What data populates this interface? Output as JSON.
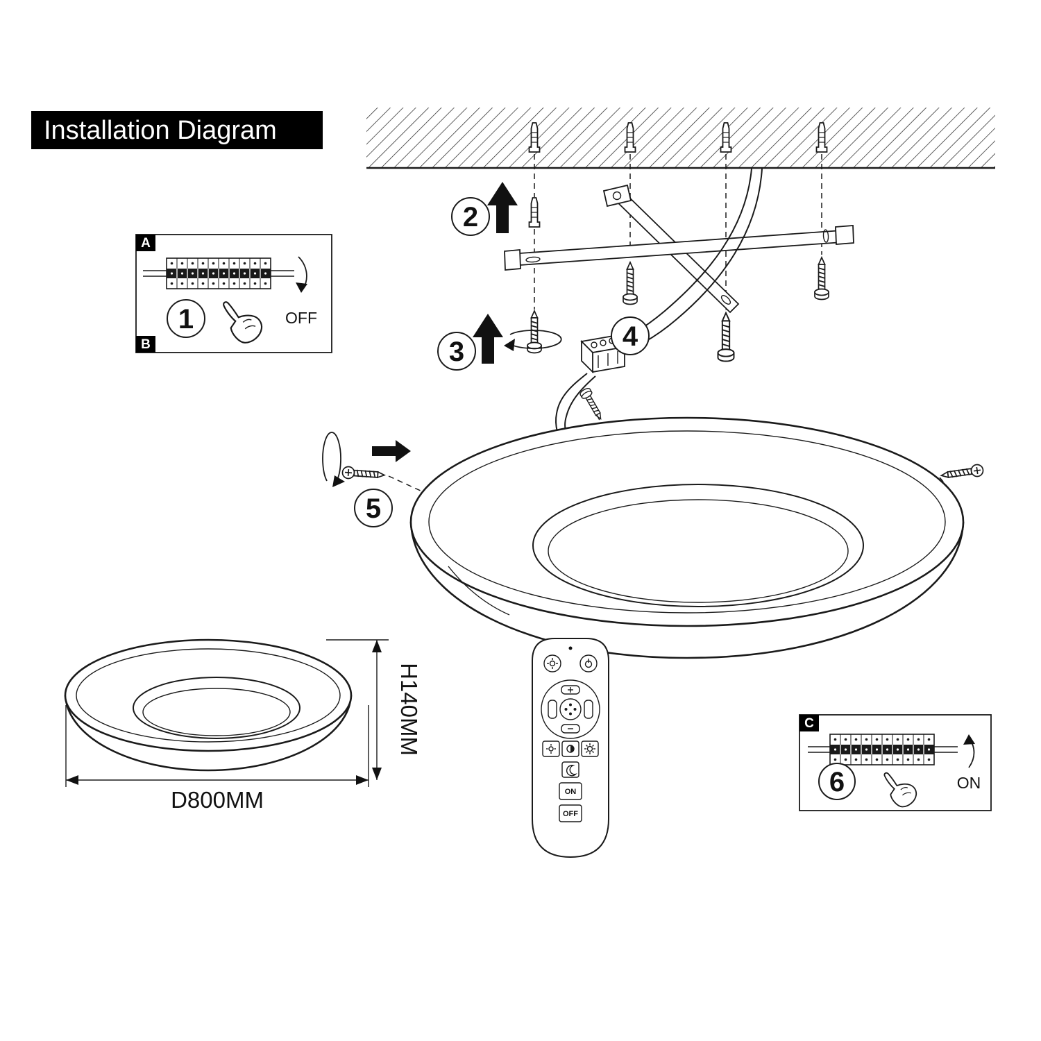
{
  "title": "Installation Diagram",
  "steps": [
    "1",
    "2",
    "3",
    "4",
    "5",
    "6"
  ],
  "panel_a": {
    "corner_top": "A",
    "corner_bottom": "B",
    "state": "OFF"
  },
  "panel_c": {
    "corner_top": "C",
    "state": "ON"
  },
  "lamp": {
    "diameter_label": "D800MM",
    "height_label": "H140MM"
  },
  "remote": {
    "on_label": "ON",
    "off_label": "OFF"
  },
  "icons": {
    "remote_top": [
      "light-icon",
      "power-icon"
    ],
    "remote_pad": [
      "plus-icon",
      "minus-icon"
    ],
    "remote_brightness_row": [
      "dim-sun-icon",
      "half-brightness-icon",
      "bright-sun-icon"
    ],
    "remote_night": "moon-icon",
    "diagram": [
      "push-up-arrow-icon",
      "rotate-arrow-icon",
      "push-right-arrow-icon",
      "pointing-hand-icon",
      "curved-arrow-icon",
      "wall-plug-icon",
      "screw-icon"
    ]
  },
  "colors": {
    "line": "#1a1a1a",
    "title_bg": "#000000",
    "title_fg": "#ffffff"
  }
}
